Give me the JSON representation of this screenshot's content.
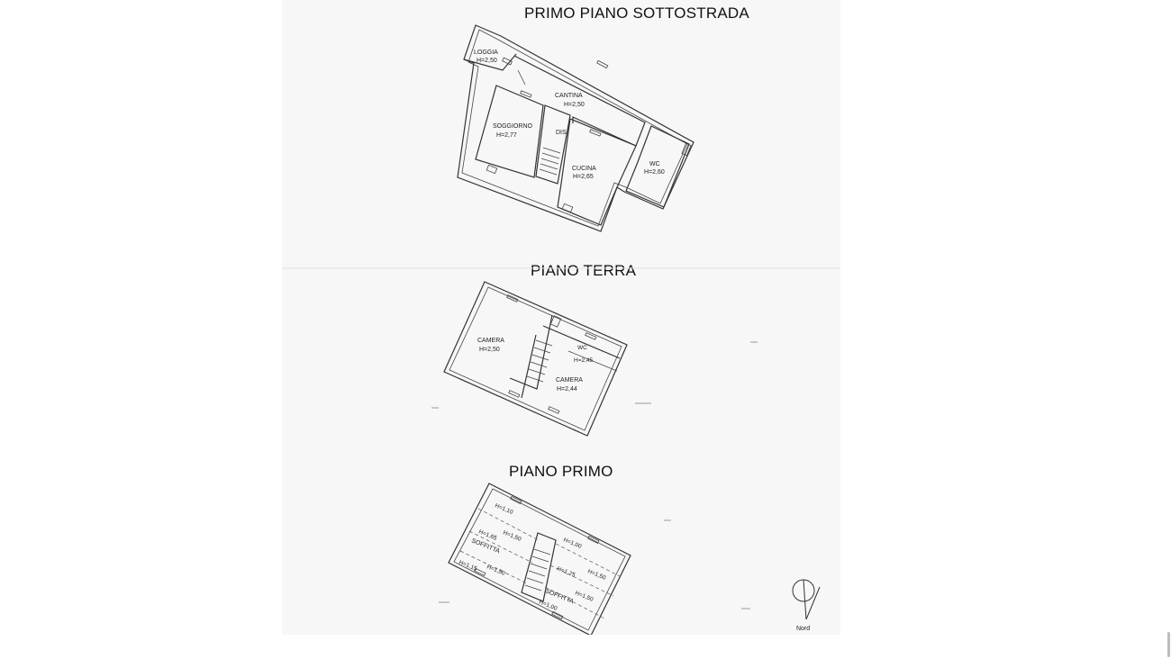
{
  "floors": {
    "basement": {
      "title": "PRIMO PIANO SOTTOSTRADA",
      "rooms": [
        {
          "name": "LOGGIA",
          "height": "H=2,50"
        },
        {
          "name": "CANTINA",
          "height": "H=2,50"
        },
        {
          "name": "SOGGIORNO",
          "height": "H=2,77"
        },
        {
          "name": "DIS.",
          "height": ""
        },
        {
          "name": "CUCINA",
          "height": "H=2,65"
        },
        {
          "name": "WC",
          "height": "H=2,60"
        }
      ]
    },
    "ground": {
      "title": "PIANO TERRA",
      "rooms": [
        {
          "name": "CAMERA",
          "height": "H=2,50"
        },
        {
          "name": "WC",
          "height": "H=2,45"
        },
        {
          "name": "CAMERA",
          "height": "H=2,44"
        }
      ]
    },
    "first": {
      "title": "PIANO PRIMO",
      "rooms": [
        {
          "name": "SOFFITTA",
          "height": ""
        },
        {
          "name": "SOFFITTA",
          "height": ""
        }
      ],
      "heights": [
        "H=1,10",
        "H=1,50",
        "H=1,65",
        "H=1,50",
        "H=1,15",
        "H=1,00",
        "H=1,50",
        "H=1,75",
        "H=1,50",
        "H=1,00"
      ]
    }
  },
  "compass": {
    "label": "Nord",
    "icon": "north-arrow-icon"
  }
}
